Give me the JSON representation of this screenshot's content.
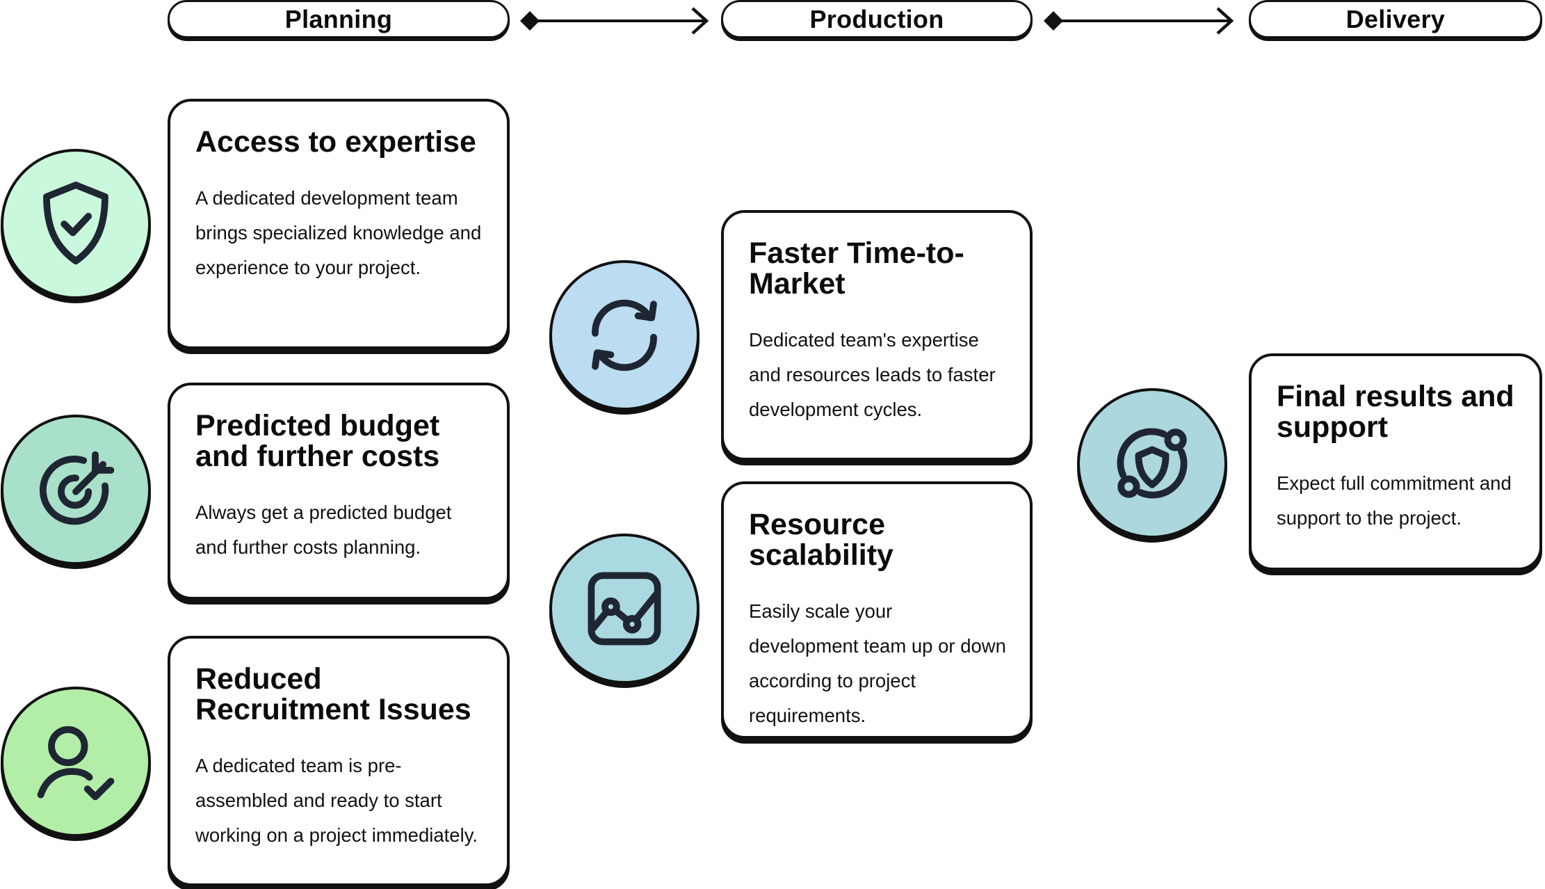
{
  "stages": [
    {
      "label": "Planning"
    },
    {
      "label": "Production"
    },
    {
      "label": "Delivery"
    }
  ],
  "cards": [
    {
      "title": "Access to expertise",
      "body": "A dedicated development team brings specialized knowledge and experience to your project.",
      "icon": "shield-check-icon",
      "color": "#c9f8dd"
    },
    {
      "title": "Predicted budget and further costs",
      "body": "Always get a predicted budget and further costs planning.",
      "icon": "target-icon",
      "color": "#a9e0c9"
    },
    {
      "title": "Reduced Recruitment Issues",
      "body": "A dedicated team is pre-assembled and ready to start working on a project immediately.",
      "icon": "user-check-icon",
      "color": "#b3eea8"
    },
    {
      "title": "Faster Time-to-Market",
      "body": "Dedicated team's expertise and resources leads to faster development cycles.",
      "icon": "refresh-icon",
      "color": "#bcdcf2"
    },
    {
      "title": "Resource scalability",
      "body": "Easily scale your development team up or down according to project requirements.",
      "icon": "chart-line-icon",
      "color": "#abd9e2"
    },
    {
      "title": "Final results and support",
      "body": "Expect full commitment and support to the project.",
      "icon": "orbit-shield-icon",
      "color": "#acd7df"
    }
  ]
}
